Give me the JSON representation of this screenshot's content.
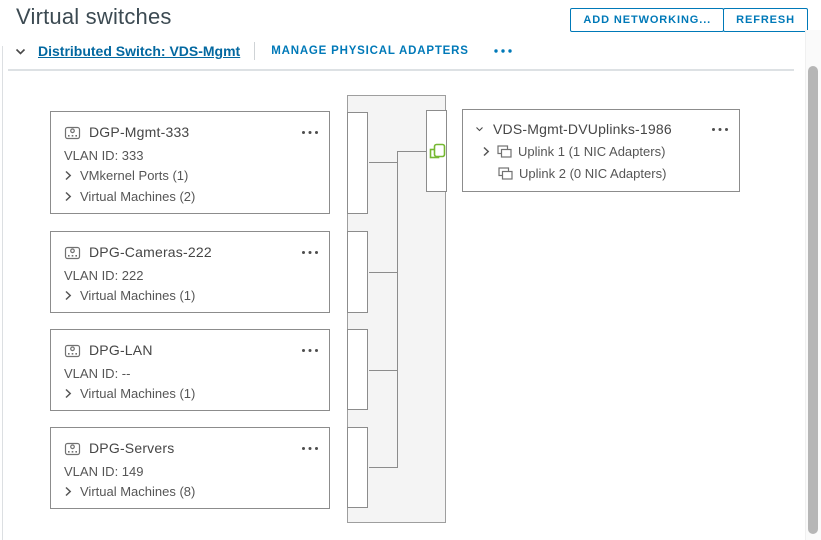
{
  "page": {
    "title": "Virtual switches"
  },
  "toolbar": {
    "add_networking_label": "ADD NETWORKING...",
    "refresh_label": "REFRESH"
  },
  "section": {
    "switch_link": "Distributed Switch: VDS-Mgmt",
    "manage_adapters_label": "MANAGE PHYSICAL ADAPTERS"
  },
  "port_groups": [
    {
      "name": "DGP-Mgmt-333",
      "vlan": "VLAN ID: 333",
      "items": [
        "VMkernel Ports (1)",
        "Virtual Machines (2)"
      ]
    },
    {
      "name": "DPG-Cameras-222",
      "vlan": "VLAN ID: 222",
      "items": [
        "Virtual Machines (1)"
      ]
    },
    {
      "name": "DPG-LAN",
      "vlan": "VLAN ID: --",
      "items": [
        "Virtual Machines (1)"
      ]
    },
    {
      "name": "DPG-Servers",
      "vlan": "VLAN ID: 149",
      "items": [
        "Virtual Machines (8)"
      ]
    }
  ],
  "uplinks": {
    "name": "VDS-Mgmt-DVUplinks-1986",
    "items": [
      {
        "label": "Uplink 1 (1 NIC Adapters)"
      },
      {
        "label": "Uplink 2 (0 NIC Adapters)"
      }
    ]
  },
  "colors": {
    "accent_blue": "#0079b8",
    "link_blue": "#0368a0",
    "card_border": "#8c8c8c",
    "nic_green": "#76b832",
    "topology_fill": "#f4f4f4"
  }
}
